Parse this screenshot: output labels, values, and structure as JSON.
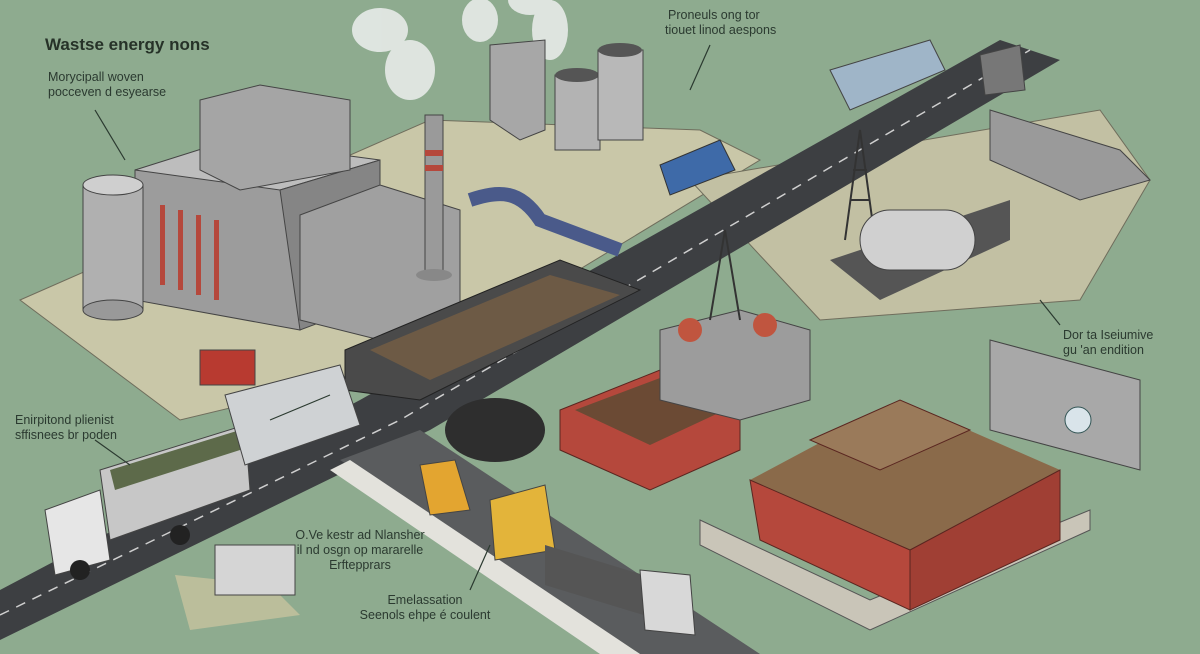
{
  "title": "Wastse energy nons",
  "labels": {
    "top_left": [
      "Morycipall woven",
      "pocceven d esyearse"
    ],
    "top_center": [
      "Proneuls ong tor",
      "tiouet linod aespons"
    ],
    "right": [
      "Dor ta Iseiumive",
      "gu 'an endition"
    ],
    "left": [
      "Enirpitond plienist",
      "sffisnees br poden"
    ],
    "bottom_center": [
      "O.Ve kestr ad Nlansher",
      "il nd osgn op mararelle",
      "Erftepprars"
    ],
    "bottom": [
      "Emelassation",
      "Seenols ehpe é coulent"
    ]
  },
  "colors": {
    "background": "#8eab8f",
    "building": "#a9a9a9",
    "brick": "#b5483c",
    "road": "#3d3f42",
    "truck_yellow": "#e3b43a"
  }
}
